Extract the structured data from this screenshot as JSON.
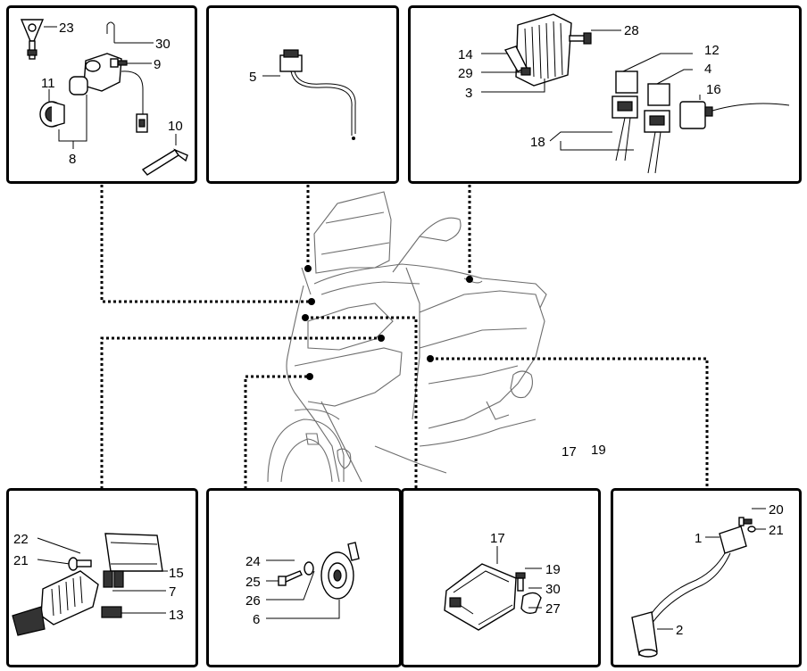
{
  "panels": {
    "ignition": {
      "callouts": [
        {
          "id": "23"
        },
        {
          "id": "30"
        },
        {
          "id": "9"
        },
        {
          "id": "11"
        },
        {
          "id": "10"
        },
        {
          "id": "8"
        }
      ]
    },
    "wiring": {
      "callouts": [
        {
          "id": "5"
        }
      ]
    },
    "regulator": {
      "callouts": [
        {
          "id": "28"
        },
        {
          "id": "14"
        },
        {
          "id": "29"
        },
        {
          "id": "3"
        },
        {
          "id": "12"
        },
        {
          "id": "4"
        },
        {
          "id": "16"
        },
        {
          "id": "18"
        }
      ]
    },
    "battery": {
      "callouts": [
        {
          "id": "22"
        },
        {
          "id": "21"
        },
        {
          "id": "15"
        },
        {
          "id": "7"
        },
        {
          "id": "13"
        }
      ]
    },
    "horn": {
      "callouts": [
        {
          "id": "24"
        },
        {
          "id": "25"
        },
        {
          "id": "26"
        },
        {
          "id": "6"
        }
      ]
    },
    "ecu": {
      "callouts": [
        {
          "id": "17"
        },
        {
          "id": "19"
        },
        {
          "id": "30"
        },
        {
          "id": "27"
        }
      ]
    },
    "sensor": {
      "callouts": [
        {
          "id": "20"
        },
        {
          "id": "21"
        },
        {
          "id": "1"
        },
        {
          "id": "2"
        }
      ]
    }
  },
  "center_labels": [
    "17",
    "19"
  ]
}
